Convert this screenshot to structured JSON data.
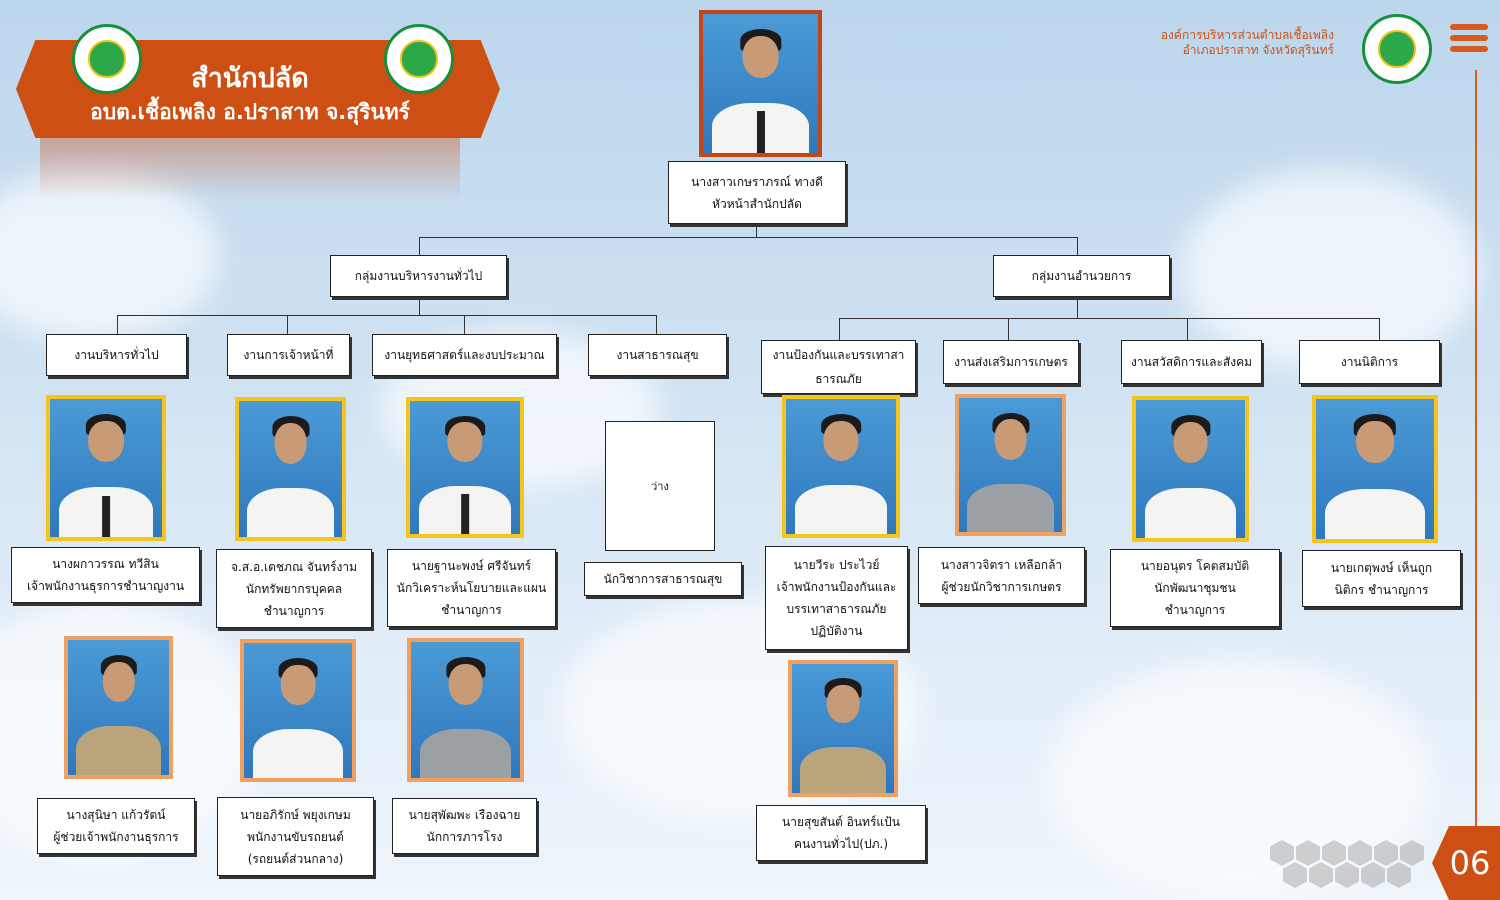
{
  "header": {
    "title": "สำนักปลัด",
    "subtitle": "อบต.เชื้อเพลิง อ.ปราสาท จ.สุรินทร์",
    "org_line1": "องค์การบริหารส่วนตำบลเชื้อเพลิง",
    "org_line2": "อำเภอปราสาท จังหวัดสุรินทร์",
    "page_number": "06"
  },
  "head": {
    "name": "นางสาวเกษราภรณ์ ทางดี",
    "title": "หัวหน้าสำนักปลัด"
  },
  "groups": {
    "general": "กลุ่มงานบริหารงานทั่วไป",
    "command": "กลุ่มงานอำนวยการ"
  },
  "units": {
    "u1": "งานบริหารทั่วไป",
    "u2": "งานการเจ้าหน้าที่",
    "u3": "งานยุทธศาสตร์และงบประมาณ",
    "u4": "งานสาธารณสุข",
    "u5a": "งานป้องกันและบรรเทาสา",
    "u5b": "ธารณภัย",
    "u6": "งานส่งเสริมการเกษตร",
    "u7": "งานสวัสดิการและสังคม",
    "u8": "งานนิติการ"
  },
  "vacant": {
    "label": "ว่าง",
    "position": "นักวิชาการสาธารณสุข"
  },
  "staff": {
    "s1": {
      "l1": "นางผกาวรรณ ทวีสิน",
      "l2": "เจ้าพนักงานธุรการชำนาญงาน"
    },
    "s2": {
      "l1": "จ.ส.อ.เตชภณ จันทร์งาม",
      "l2": "นักทรัพยากรบุคคล",
      "l3": "ชำนาญการ"
    },
    "s3": {
      "l1": "นายฐานะพงษ์ ศรีจันทร์",
      "l2": "นักวิเคราะห์นโยบายและแผน",
      "l3": "ชำนาญการ"
    },
    "s4": {
      "l1": "นายวีระ ประไวย์",
      "l2": "เจ้าพนักงานป้องกันและ",
      "l3": "บรรเทาสาธารณภัย",
      "l4": "ปฏิบัติงาน"
    },
    "s5": {
      "l1": "นางสาวจิตรา เหลือกล้า",
      "l2": "ผู้ช่วยนักวิชาการเกษตร"
    },
    "s6": {
      "l1": "นายอนุตร โคตสมบัติ",
      "l2": "นักพัฒนาชุมชน",
      "l3": "ชำนาญการ"
    },
    "s7": {
      "l1": "นายเกตุพงษ์ เห็นถูก",
      "l2": "นิติกร ชำนาญการ"
    },
    "s8": {
      "l1": "นางสุนิษา แก้วรัตน์",
      "l2": "ผู้ช่วยเจ้าพนักงานธุรการ"
    },
    "s9": {
      "l1": "นายอภิรักษ์ พยุงเกษม",
      "l2": "พนักงานขับรถยนต์",
      "l3": "(รถยนต์ส่วนกลาง)"
    },
    "s10": {
      "l1": "นายสุพัฒพะ เรืองฉาย",
      "l2": "นักการภารโรง"
    },
    "s11": {
      "l1": "นายสุขสันต์ อินทร์แป้น",
      "l2": "คนงานทั่วไป(ปภ.)"
    }
  },
  "colors": {
    "accent": "#cd4f13",
    "seal_green": "#14913a",
    "frame_yellow": "#f7c41b",
    "frame_orange": "#f0a060"
  }
}
